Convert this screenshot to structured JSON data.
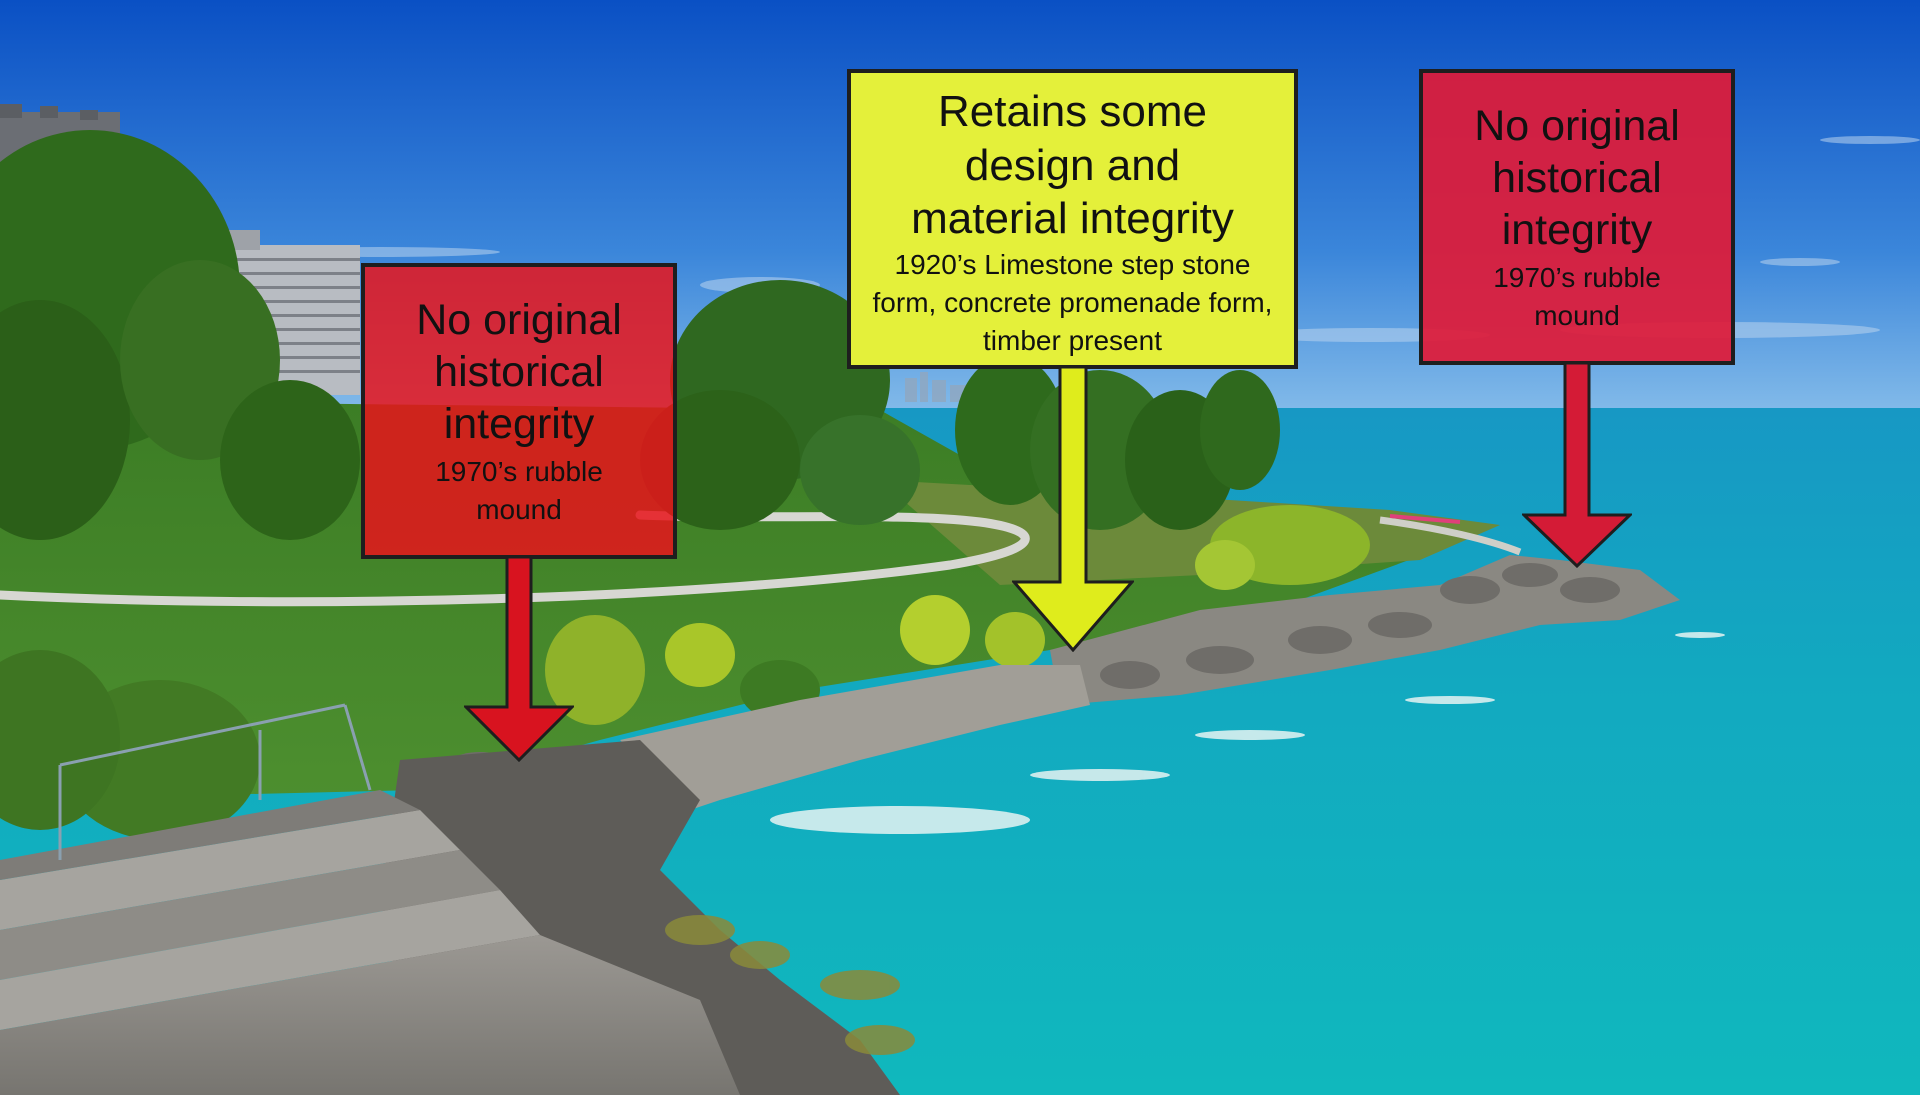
{
  "scene": {
    "description_icons": [
      "lakefront-park-scene"
    ],
    "colors": {
      "sky_top": "#0a56c9",
      "sky_bottom": "#6aa6e3",
      "lake_far": "#1fa2c6",
      "lake_near": "#11b3be",
      "grass": "#3f8a2a",
      "stone": "#8c8a86"
    }
  },
  "callouts": [
    {
      "id": "left",
      "heading": "No original historical integrity",
      "detail": "1970’s rubble mound",
      "fill": "#e8141b",
      "opacity": 0.85,
      "arrow_fill": "#d8131f"
    },
    {
      "id": "center",
      "heading": "Retains some design and material integrity",
      "detail": "1920’s Limestone step stone form, concrete promenade form, timber present",
      "fill": "#e4f03a",
      "opacity": 1,
      "arrow_fill": "#dfec1c"
    },
    {
      "id": "right",
      "heading": "No original historical integrity",
      "detail": "1970’s rubble mound",
      "fill": "#e01a37",
      "opacity": 0.92,
      "arrow_fill": "#d41b36"
    }
  ]
}
